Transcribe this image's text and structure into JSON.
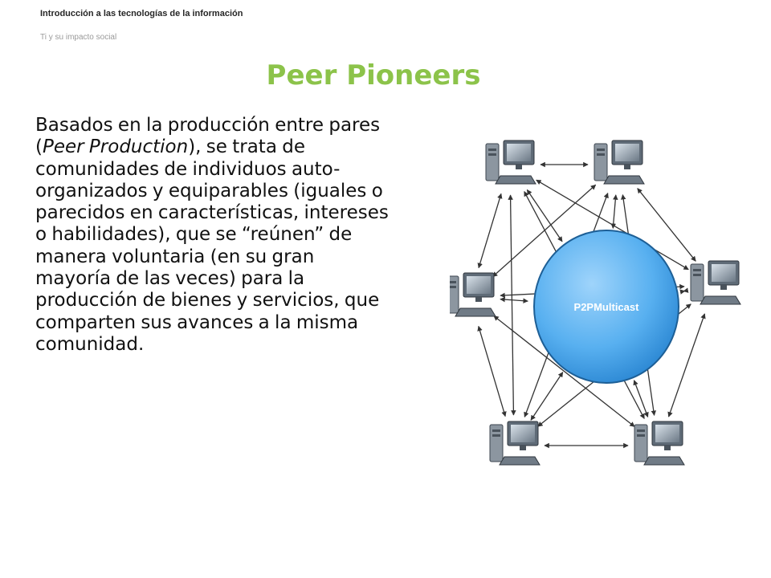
{
  "header": {
    "course_title": "Introducción a las tecnologías de la información",
    "course_subtitle": "Ti y su impacto social"
  },
  "slide": {
    "title": "Peer Pioneers",
    "body_part1": "Basados en la producción entre pares (",
    "body_italic": "Peer Production",
    "body_part2": "), se trata de comunidades de individuos auto-organizados y equiparables (iguales o parecidos en características, intereses o habilidades), que se “reúnen” de manera voluntaria (en su gran mayoría de las veces) para la producción de bienes y servicios, que comparten sus avances a la misma comunidad."
  },
  "diagram": {
    "hub_label": "P2PMulticast",
    "hub_color": "#58b0f0",
    "node_icon": "computer-icon",
    "arrow_color": "#333333"
  },
  "colors": {
    "title": "#8cc34a",
    "body": "#111111",
    "subtitle": "#9a9a9a"
  }
}
